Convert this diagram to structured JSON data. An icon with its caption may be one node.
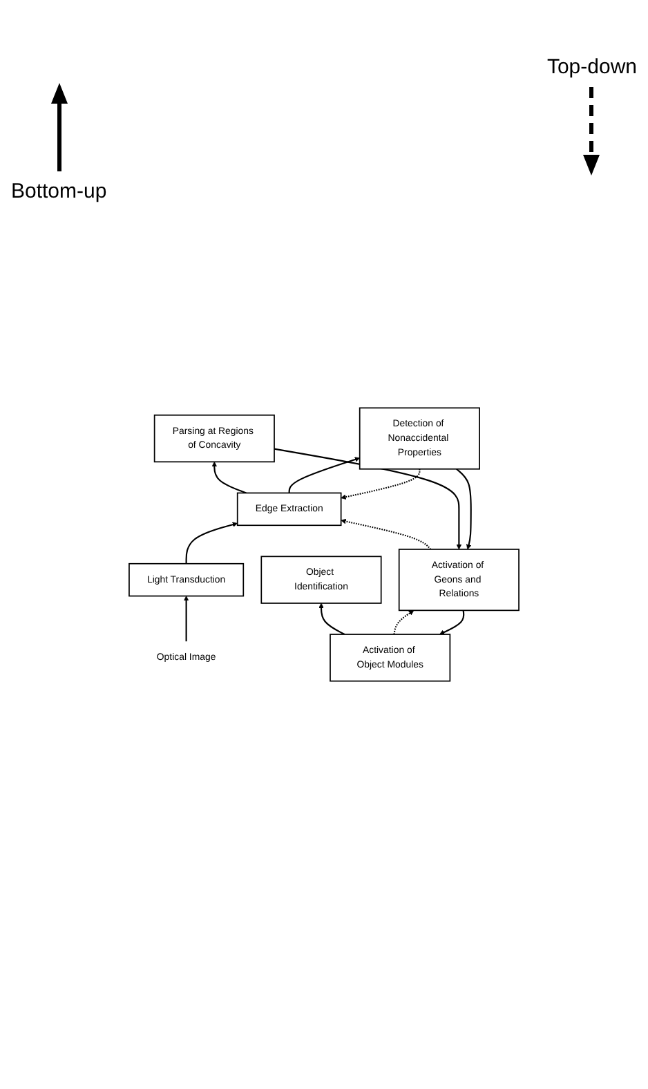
{
  "diagram": {
    "nodes": [
      {
        "text": [
          "Object Identification"
        ]
      },
      {
        "text": [
          "Activation of Object Modules"
        ]
      },
      {
        "text": [
          "Activation of Geons and Relations"
        ]
      },
      {
        "text": [
          "Parsing at Regions of Concavity"
        ]
      },
      {
        "text": [
          "Detection of Nonaccidental Properties"
        ]
      },
      {
        "text": [
          "Edge Extraction"
        ]
      },
      {
        "text": [
          "Light Transduction"
        ]
      },
      {
        "text": [
          "Optical Image"
        ]
      }
    ],
    "edges": [
      {
        "from": 7,
        "to": 6,
        "arrow": "to"
      },
      {
        "from": 6,
        "to": 5,
        "arrow": "to"
      },
      {
        "from": 5,
        "to": 3,
        "arrow": "to"
      },
      {
        "from": 3,
        "to": 2,
        "arrow": "to"
      },
      {
        "from": 5,
        "to": 4,
        "arrow": "to"
      },
      {
        "from": 4,
        "to": 2,
        "arrow": "to"
      },
      {
        "from": 2,
        "to": 1,
        "arrow": "to"
      },
      {
        "from": 1,
        "to": 0,
        "arrow": "to"
      },
      {
        "from": 1,
        "to": 2,
        "arrow": "to",
        "style": "dashed"
      },
      {
        "from": 2,
        "to": 5,
        "arrow": "to",
        "style": "dashed"
      },
      {
        "from": 4,
        "to": 5,
        "arrow": "to",
        "style": "dashed"
      }
    ],
    "legend": [
      {
        "text": "Bottom-up"
      },
      {
        "text": "Top-down"
      }
    ]
  }
}
